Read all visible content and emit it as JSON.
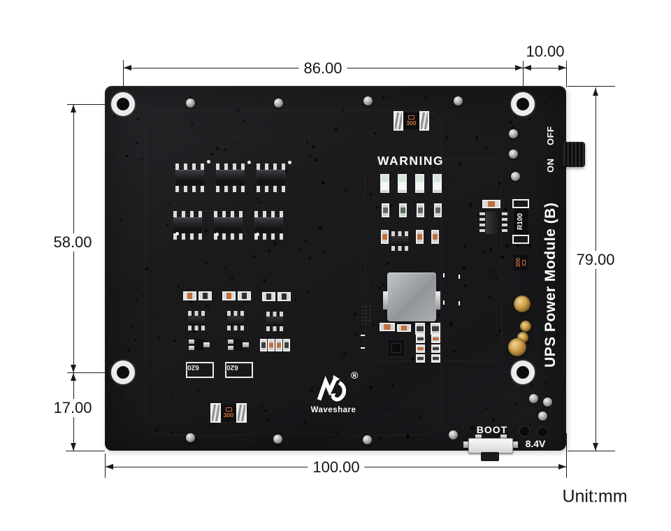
{
  "diagram": {
    "unit_note": "Unit:mm",
    "dimensions": {
      "top_span": "86.00",
      "top_right_span": "10.00",
      "left_span": "58.00",
      "left_bottom_span": "17.00",
      "right_span": "79.00",
      "bottom_span": "100.00"
    }
  },
  "board": {
    "warning_label": "WARNING",
    "product_name": "UPS Power Module (B)",
    "switch_on": "ON",
    "switch_off": "OFF",
    "boot_label": "BOOT",
    "voltage_label": "8.4V",
    "brand": "Waveshare",
    "registered_mark": "®",
    "part_labels": {
      "shunt_resistor": "R100",
      "fuse_rating": "300",
      "capacitor_620": "620"
    }
  },
  "colors": {
    "board": "#1b1b1d",
    "silkscreen": "#ffffff",
    "dimension_lines": "#1a1a1a",
    "fuse_text": "#d4713c",
    "gold_terminal": "#c89b4a",
    "capacitor_tan": "#d0a95e"
  }
}
